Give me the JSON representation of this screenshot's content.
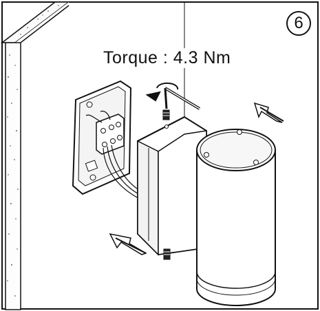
{
  "step": {
    "number": "6"
  },
  "annotation": {
    "torque_label": "Torque : 4.3 Nm"
  },
  "icons": {
    "wall": "textured-wall",
    "mounting_plate": "mounting-plate",
    "terminal_block": "terminal-block",
    "lamp": "cylindrical-wall-lamp",
    "hex_key": "hex-key",
    "rotation": "rotation-arrow",
    "screws": "set-screw",
    "arrows": "push-arrow"
  },
  "colors": {
    "line": "#111111",
    "background": "#ffffff"
  }
}
